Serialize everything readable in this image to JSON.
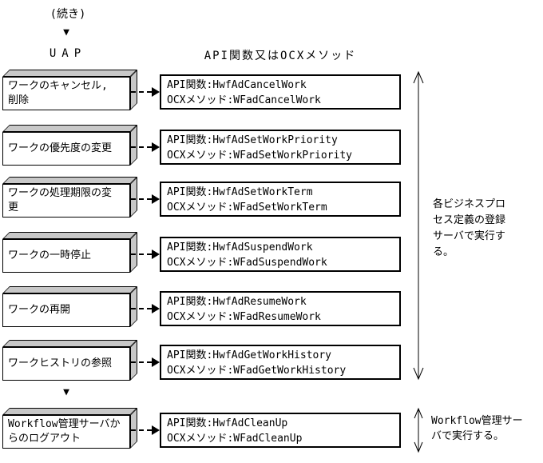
{
  "page": {
    "continued_label": "(続き)",
    "uap_header": "UAP",
    "api_header": "API関数又はOCXメソッド"
  },
  "icons": {
    "down_arrow_glyph": "▼"
  },
  "rows": [
    {
      "uap": "ワークのキャンセル,\n削除",
      "api": "API関数:HwfAdCancelWork",
      "ocx": "OCXメソッド:WFadCancelWork"
    },
    {
      "uap": "ワークの優先度の変更",
      "api": "API関数:HwfAdSetWorkPriority",
      "ocx": "OCXメソッド:WFadSetWorkPriority"
    },
    {
      "uap": "ワークの処理期限の変\n更",
      "api": "API関数:HwfAdSetWorkTerm",
      "ocx": "OCXメソッド:WFadSetWorkTerm"
    },
    {
      "uap": "ワークの一時停止",
      "api": "API関数:HwfAdSuspendWork",
      "ocx": "OCXメソッド:WFadSuspendWork"
    },
    {
      "uap": "ワークの再開",
      "api": "API関数:HwfAdResumeWork",
      "ocx": "OCXメソッド:WFadResumeWork"
    },
    {
      "uap": "ワークヒストリの参照",
      "api": "API関数:HwfAdGetWorkHistory",
      "ocx": "OCXメソッド:WFadGetWorkHistory"
    },
    {
      "uap": "Workflow管理サーバか\nらのログアウト",
      "api": "API関数:HwfAdCleanUp",
      "ocx": "OCXメソッド:WFadCleanUp"
    }
  ],
  "annotations": {
    "business_process_scope": "各ビジネスプロ\nセス定義の登録\nサーバで実行す\nる。",
    "workflow_server_scope": "Workflow管理サー\nバで実行する。"
  },
  "colors": {
    "background": "#ffffff",
    "line": "#000000",
    "box_side_face": "#c8c8c8"
  }
}
